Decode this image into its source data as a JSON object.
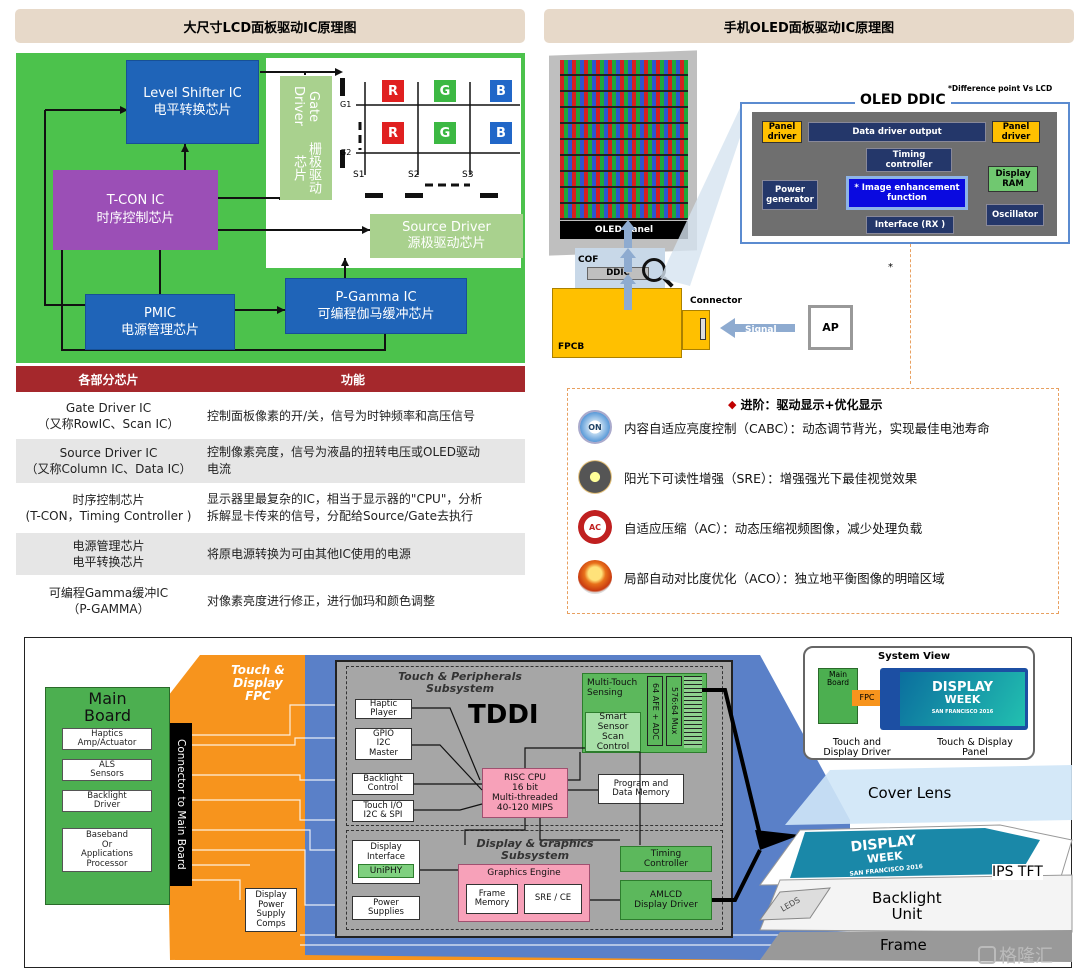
{
  "lcd": {
    "header": "大尺寸LCD面板驱动IC原理图",
    "level_shifter": [
      "Level Shifter IC",
      "电平转换芯片"
    ],
    "gate_driver": [
      "Gate Driver",
      "栅极驱动芯片"
    ],
    "tcon": [
      "T-CON IC",
      "时序控制芯片"
    ],
    "source_driver": [
      "Source Driver",
      "源极驱动芯片"
    ],
    "pmic": [
      "PMIC",
      "电源管理芯片"
    ],
    "pgamma": [
      "P-Gamma IC",
      "可编程伽马缓冲芯片"
    ],
    "pixels": [
      "R",
      "G",
      "B"
    ],
    "gate_lines": [
      "G1",
      "G2"
    ],
    "source_lines": [
      "S1",
      "S2",
      "S3"
    ],
    "table_headers": [
      "各部分芯片",
      "功能"
    ],
    "rows": [
      {
        "chip": [
          "Gate Driver IC",
          "（又称RowIC、Scan IC）"
        ],
        "func": [
          "控制面板像素的开/关，信号为时钟频率和高压信号"
        ]
      },
      {
        "chip": [
          "Source Driver IC",
          "（又称Column IC、Data IC）"
        ],
        "func": [
          "控制像素亮度，信号为液晶的扭转电压或OLED驱动",
          "电流"
        ]
      },
      {
        "chip": [
          "时序控制芯片",
          "(T-CON，Timing Controller )"
        ],
        "func": [
          "显示器里最复杂的IC，相当于显示器的\"CPU\"，分析",
          "拆解显卡传来的信号，分配给Source/Gate去执行"
        ]
      },
      {
        "chip": [
          "电源管理芯片",
          "电平转换芯片"
        ],
        "func": [
          "将原电源转换为可由其他IC使用的电源"
        ]
      },
      {
        "chip": [
          "可编程Gamma缓冲IC",
          "（P-GAMMA）"
        ],
        "func": [
          "对像素亮度进行修正，进行伽玛和颜色调整"
        ]
      }
    ]
  },
  "oled": {
    "header": "手机OLED面板驱动IC原理图",
    "oled_panel": "OLED Panel",
    "cof": "COF",
    "ddic_small": "DDIC",
    "fpcb": "FPCB",
    "connector": "Connector",
    "signal": "Signal",
    "ap": "AP",
    "diff_note": "*Difference point Vs LCD",
    "ddic_title": "OLED DDIC",
    "panel_driver": [
      "Panel",
      "driver"
    ],
    "data_driver_output": "Data driver output",
    "timing_controller": [
      "Timing",
      "controller"
    ],
    "power_generator": [
      "Power",
      "generator"
    ],
    "image_enhancement": [
      "* Image enhancement",
      "function"
    ],
    "display_ram": [
      "Display",
      "RAM"
    ],
    "oscillator": "Oscillator",
    "interface": "Interface (RX )",
    "asterisk": "*",
    "advance_title": "进阶：驱动显示+优化显示",
    "features": [
      "内容自适应亮度控制（CABC）：动态调节背光，实现最佳电池寿命",
      "阳光下可读性增强（SRE）：增强强光下最佳视觉效果",
      "自适应压缩（AC）：动态压缩视频图像，减少处理负载",
      "局部自动对比度优化（ACO）：独立地平衡图像的明暗区域"
    ],
    "icon_labels": {
      "cabc": "ON",
      "ac": "AC"
    }
  },
  "tddi": {
    "main_board": [
      "Main",
      "Board"
    ],
    "mb_items": [
      [
        "Haptics",
        "Amp/Actuator"
      ],
      [
        "ALS",
        "Sensors"
      ],
      [
        "Backlight",
        "Driver"
      ],
      [
        "Baseband",
        "Or",
        "Applications",
        "Processor"
      ]
    ],
    "connector": "Connector to Main Board",
    "fpc_label": [
      "Touch &",
      "Display",
      "FPC"
    ],
    "tp_subsystem": [
      "Touch & Peripherals",
      "Subsystem"
    ],
    "title": "TDDI",
    "haptic": [
      "Haptic",
      "Player"
    ],
    "gpio": [
      "GPIO",
      "I2C",
      "Master"
    ],
    "backlight_ctrl": [
      "Backlight",
      "Control"
    ],
    "touch_io": [
      "Touch I/O",
      "I2C & SPI"
    ],
    "multitouch": [
      "Multi-Touch",
      "Sensing"
    ],
    "afe": "64 AFE + ADC",
    "mux": "576:64 Mux",
    "smart_sensor": [
      "Smart",
      "Sensor",
      "Scan",
      "Control"
    ],
    "risc": [
      "RISC CPU",
      "16 bit",
      "Multi-threaded",
      "40-120 MIPS"
    ],
    "program_mem": [
      "Program and",
      "Data Memory"
    ],
    "dg_subsystem": [
      "Display & Graphics",
      "Subsystem"
    ],
    "display_interface": [
      "Display",
      "Interface"
    ],
    "uniphy": "UniPHY",
    "graphics_engine": "Graphics Engine",
    "frame_memory": [
      "Frame",
      "Memory"
    ],
    "sre_ce": "SRE / CE",
    "timing_ctrl": [
      "Timing",
      "Controller"
    ],
    "amlcd": [
      "AMLCD",
      "Display Driver"
    ],
    "power_supplies": [
      "Power",
      "Supplies"
    ],
    "display_power": [
      "Display",
      "Power",
      "Supply",
      "Comps"
    ],
    "system_view": "System View",
    "sv_main_board": [
      "Main",
      "Board"
    ],
    "sv_fpc": "FPC",
    "sv_display_week": [
      "DISPLAY",
      "WEEK",
      "SAN FRANCISCO 2016"
    ],
    "sv_touch_driver": [
      "Touch and",
      "Display Driver"
    ],
    "sv_touch_panel": [
      "Touch & Display",
      "Panel"
    ],
    "cover_lens": "Cover Lens",
    "ips_display_week": [
      "DISPLAY",
      "WEEK",
      "SAN FRANCISCO 2016"
    ],
    "ips_tft": "IPS TFT",
    "leds": "LEDS",
    "backlight_unit": [
      "Backlight",
      "Unit"
    ],
    "frame": "Frame"
  },
  "watermark": "格隆汇"
}
